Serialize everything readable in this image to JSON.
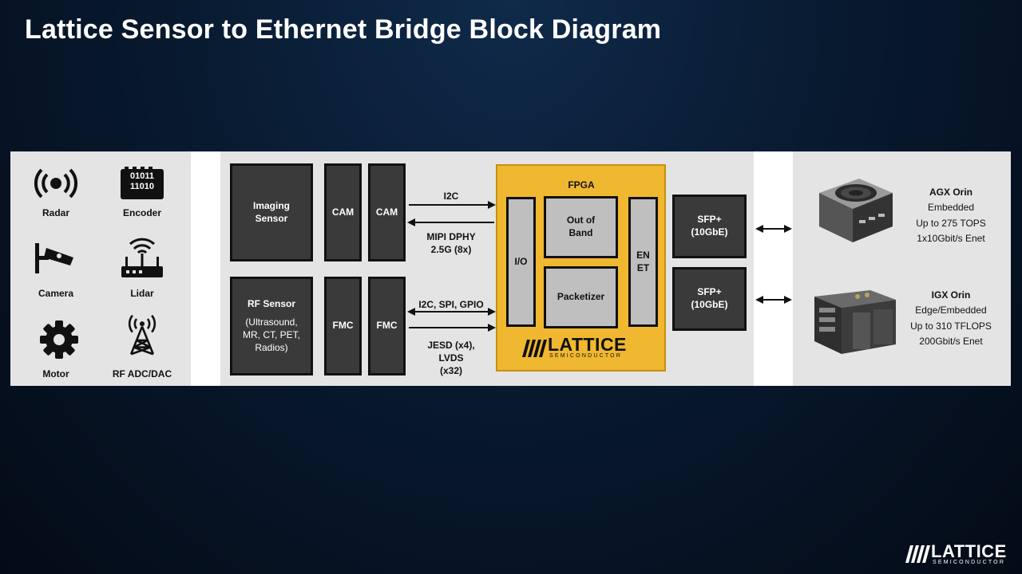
{
  "title": "Lattice Sensor to Ethernet Bridge Block Diagram",
  "sensors": {
    "radar": "Radar",
    "encoder": "Encoder",
    "encoder_bits_1": "01011",
    "encoder_bits_2": "11010",
    "camera": "Camera",
    "lidar": "Lidar",
    "motor": "Motor",
    "rf_adc_dac": "RF ADC/DAC"
  },
  "blocks": {
    "imaging_sensor": "Imaging Sensor",
    "cam": "CAM",
    "rf_sensor_title": "RF Sensor",
    "rf_sensor_detail": "(Ultrasound, MR, CT, PET, Radios)",
    "fmc": "FMC",
    "sfp": "SFP+ (10GbE)"
  },
  "links": {
    "i2c": "I2C",
    "mipi_1": "MIPI DPHY",
    "mipi_2": "2.5G (8x)",
    "i2c_spi_gpio": "I2C, SPI, GPIO",
    "jesd_1": "JESD (x4),",
    "jesd_2": "LVDS",
    "jesd_3": "(x32)"
  },
  "fpga": {
    "title": "FPGA",
    "io": "I/O",
    "out_of_band": "Out of Band",
    "packetizer": "Packetizer",
    "enet_1": "EN",
    "enet_2": "ET",
    "logo": "LATTICE",
    "logo_sub": "SEMICONDUCTOR"
  },
  "platforms": {
    "agx_name": "AGX Orin",
    "agx_1": "Embedded",
    "agx_2": "Up to 275 TOPS",
    "agx_3": "1x10Gbit/s Enet",
    "igx_name": "IGX Orin",
    "igx_1": "Edge/Embedded",
    "igx_2": "Up to 310 TFLOPS",
    "igx_3": "200Gbit/s Enet"
  },
  "footer_logo": "LATTICE",
  "footer_logo_sub": "SEMICONDUCTOR",
  "colors": {
    "fpga": "#f0b830",
    "panel": "#e4e4e4",
    "block_dark": "#3a3a3a",
    "block_grey": "#bfbfbf"
  }
}
